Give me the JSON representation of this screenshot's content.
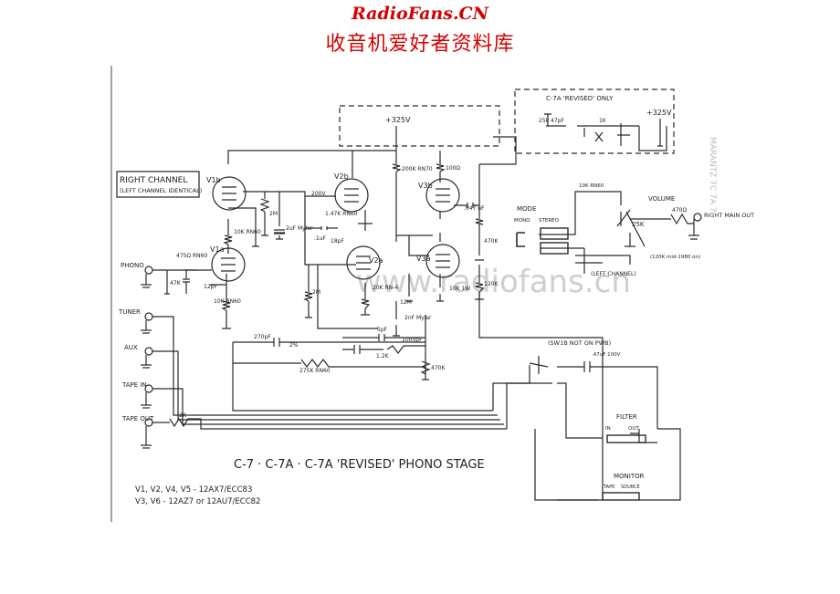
{
  "header": {
    "site": "RadioFans.CN",
    "subtitle": "收音机爱好者资料库"
  },
  "watermark": "www.radiofans.cn",
  "schematic": {
    "title": "C-7 · C-7A · C-7A 'REVISED' PHONO STAGE",
    "tube_notes": [
      "V1, V2, V4, V5 - 12AX7/ECC83",
      "V3, V6 - 12AZ7 or 12AU7/ECC82"
    ],
    "right_channel": "RIGHT CHANNEL",
    "left_identical": "(LEFT CHANNEL IDENTICAL)",
    "revised_box": "C-7A 'REVISED' ONLY",
    "supply_1": "+325V",
    "supply_2": "+325V",
    "inputs": [
      "PHONO",
      "TUNER",
      "AUX",
      "TAPE IN",
      "TAPE OUT"
    ],
    "tubes": [
      "V1b",
      "V1a",
      "V2b",
      "V2a",
      "V3b",
      "V3a"
    ],
    "components": {
      "r_2m_a": "2M",
      "r_10k_rn60_a": "10K RN60",
      "c_2uf": "2uF Mylar",
      "r_475": "475Ω RN60",
      "r_47k": "47K",
      "c_12pf": "12pF",
      "r_10k_rn60_b": "10K RN60",
      "v_200": "200V",
      "r_147k": "1.47K RN60",
      "c_1uf": ".1uF",
      "c_18pf": "18pF",
      "r_2m_b": "2M",
      "r_200k": "200K RN70",
      "r_100": "100Ω",
      "c_047": ".047 uF",
      "r_20k": "20K RN-4",
      "r_470k_a": "470K",
      "r_10k_1w": "10K 1W",
      "r_120k": "120K",
      "r_12m": "12M",
      "c_2nf": "2nF Mylar",
      "c_5pf": "5pF",
      "c_1000pf": "1000pF",
      "r_12k": "1.2K",
      "r_470k_b": "470K",
      "c_270pf": "270pF",
      "pct_2": "2%",
      "r_275k": "275K RN60",
      "r_2k": "2K",
      "c_25k": "25k 47pF",
      "r_1k": "1K"
    },
    "mode": "MODE",
    "mono": "MONO",
    "stereo": "STEREO",
    "left_channel": "(LEFT CHANNEL)",
    "volume": "VOLUME",
    "r_10k_vol": "10K RN60",
    "r_25k": "25K",
    "r_470": "470Ω",
    "right_main_out": "RIGHT MAIN OUT",
    "r_120k_note": "(120K mid-1980 on)",
    "sw_note": "(SW1B NOT ON PWB)",
    "c_47uf": ".47uF 100V",
    "filter": "FILTER",
    "filter_in": "IN",
    "filter_out": "OUT",
    "monitor": "MONITOR",
    "monitor_tape": "TAPE",
    "monitor_source": "SOURCE",
    "side_text": "MARANTZ 7C 7A 7S"
  }
}
